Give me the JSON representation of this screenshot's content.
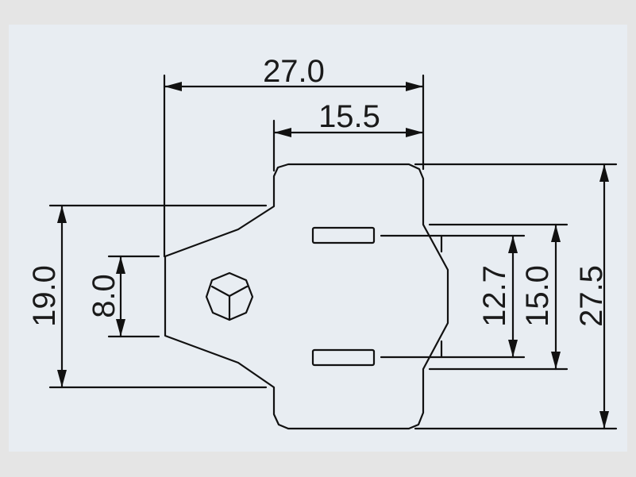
{
  "drawing": {
    "background_color": "#e5e5e5",
    "panel_color": "#e8edf2",
    "line_color": "#111111",
    "dimensions": {
      "overall_width": "27.0",
      "body_width": "15.5",
      "overall_height": "27.5",
      "flange_height": "19.0",
      "tab_height": "8.0",
      "blade_outer_spacing": "15.0",
      "blade_spacing": "12.7"
    }
  }
}
